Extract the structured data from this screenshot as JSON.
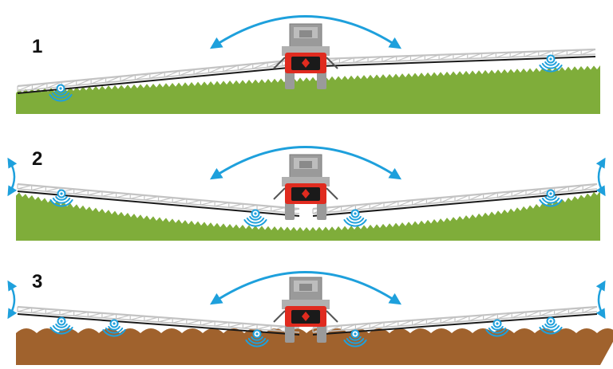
{
  "colors": {
    "grass": "#7fad3a",
    "grass_dark": "#6a9a2c",
    "soil": "#a0622d",
    "soil_dark": "#8a5225",
    "arrow": "#1ea0dc",
    "sensor": "#1ea0dc",
    "boom_frame": "#c3c3c3",
    "boom_line": "#1a1a1a",
    "tractor_body": "#9a9a9a",
    "tractor_red": "#e02b1f",
    "background": "#ffffff"
  },
  "panels": [
    {
      "number": "1",
      "terrain": "grass-slope",
      "boom_mode": "tilted-rigid",
      "sensor_count": 2,
      "icons": [
        "rotation-arc-arrow-icon",
        "ultrasonic-sensor-icon",
        "tractor-sprayer-icon"
      ]
    },
    {
      "number": "2",
      "terrain": "grass-valley",
      "boom_mode": "geometry-v",
      "sensor_count": 4,
      "icons": [
        "rotation-arc-arrow-icon",
        "wing-tilt-arrow-icon",
        "ultrasonic-sensor-icon",
        "tractor-sprayer-icon"
      ]
    },
    {
      "number": "3",
      "terrain": "soil-ridges",
      "boom_mode": "geometry-v",
      "sensor_count": 6,
      "icons": [
        "rotation-arc-arrow-icon",
        "wing-tilt-arrow-icon",
        "ultrasonic-sensor-icon",
        "tractor-sprayer-icon"
      ]
    }
  ]
}
